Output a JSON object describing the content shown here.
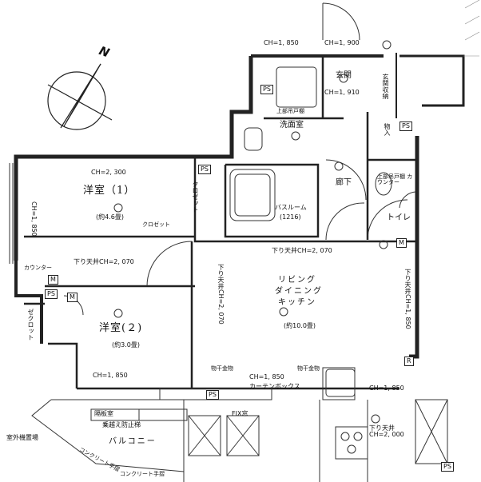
{
  "compass": {
    "north_label": "N",
    "icon": "north-arrow-icon"
  },
  "rooms": {
    "western1": {
      "name": "洋室（1）",
      "area": "(約4.6畳)"
    },
    "western2": {
      "name": "洋室(２)",
      "area": "(約3.0畳)"
    },
    "ldk": {
      "line1": "リビング",
      "line2": "ダイニング",
      "line3": "キッチン",
      "area": "(約10.0畳)"
    },
    "entrance": {
      "name": "玄関"
    },
    "entrance_storage": {
      "name": "玄関収納"
    },
    "washroom": {
      "name": "洗面室"
    },
    "hallway": {
      "name": "廊下"
    },
    "toilet": {
      "name": "トイレ"
    },
    "bathroom": {
      "name": "バスルーム",
      "size": "(1216)"
    },
    "storage": {
      "name": "物入"
    },
    "closet1": {
      "name": "クロゼット"
    },
    "closet_small": {
      "name": "クロゼット"
    },
    "closet2": {
      "name": "ゼクロット"
    },
    "balcony": {
      "line1": "乗越え防止梯",
      "line2": "バルコニー"
    },
    "outdoor_unit": {
      "name": "室外機置場"
    },
    "window_unit": {
      "name": "隔板室"
    },
    "fix_window": {
      "name": "FIX窓"
    }
  },
  "ceiling": {
    "entrance_left": "CH=1, 850",
    "entrance_right": "CH=1, 900",
    "entrance_lower": "CH=1, 910",
    "western1_top": "CH=2, 300",
    "western1_left": "CH=1, 850",
    "western1_bottom": "下り天井CH=2, 070",
    "ldk_top": "下り天井CH=2, 070",
    "ldk_left": "下り天井CH=2, 070",
    "ldk_right": "下り天井CH=1, 850",
    "western2_bottom": "CH=1, 850",
    "ldk_bottom": "CH=1, 850",
    "kitchen_right": "CH=1, 850",
    "kitchen": "下り天井 CH=2, 000"
  },
  "annotations": {
    "ps": "PS",
    "m": "M",
    "r": "R",
    "counter_toilet": "上部吊戸棚 カウンター",
    "counter_wash": "上部吊戸棚",
    "counter_left": "カウンター",
    "curtain_box": "カーテンボックス",
    "hanger1": "物干金物",
    "hanger2": "物干金物",
    "concrete_rail_left": "コンクリート手摺",
    "concrete_rail_bottom": "コンクリート手摺"
  }
}
